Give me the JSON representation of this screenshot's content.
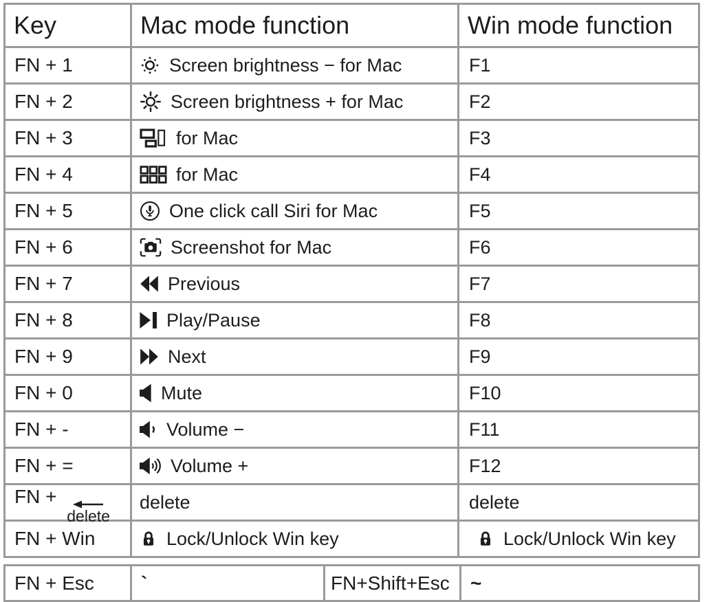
{
  "main_table": {
    "headers": {
      "key": "Key",
      "mac": "Mac mode function",
      "win": "Win mode function"
    },
    "rows": [
      {
        "key": "FN + 1",
        "mac": "Screen brightness − for Mac",
        "win": "F1",
        "mac_icon": "brightness-down"
      },
      {
        "key": "FN + 2",
        "mac": "Screen brightness + for Mac",
        "win": "F2",
        "mac_icon": "brightness-up"
      },
      {
        "key": "FN + 3",
        "mac": "for Mac",
        "win": "F3",
        "mac_icon": "mission-control"
      },
      {
        "key": "FN + 4",
        "mac": "for Mac",
        "win": "F4",
        "mac_icon": "launchpad"
      },
      {
        "key": "FN + 5",
        "mac": "One click call Siri for Mac",
        "win": "F5",
        "mac_icon": "siri-mic"
      },
      {
        "key": "FN + 6",
        "mac": "Screenshot for Mac",
        "win": "F6",
        "mac_icon": "screenshot"
      },
      {
        "key": "FN + 7",
        "mac": "Previous",
        "win": "F7",
        "mac_icon": "previous"
      },
      {
        "key": "FN + 8",
        "mac": "Play/Pause",
        "win": "F8",
        "mac_icon": "play-pause"
      },
      {
        "key": "FN + 9",
        "mac": "Next",
        "win": "F9",
        "mac_icon": "next"
      },
      {
        "key": "FN + 0",
        "mac": "Mute",
        "win": "F10",
        "mac_icon": "mute"
      },
      {
        "key": "FN + -",
        "mac": "Volume −",
        "win": "F11",
        "mac_icon": "volume-down"
      },
      {
        "key": "FN + =",
        "mac": "Volume +",
        "win": "F12",
        "mac_icon": "volume-up"
      },
      {
        "key_prefix": "FN +",
        "key_suffix": "delete",
        "mac": "delete",
        "win": "delete",
        "key_icon": "backspace-arrow"
      },
      {
        "key": "FN + Win",
        "mac": "Lock/Unlock Win key",
        "win": "Lock/Unlock Win key",
        "mac_icon": "lock",
        "win_icon": "lock"
      }
    ]
  },
  "footer_table": {
    "key": "FN + Esc",
    "mac_output": "`",
    "alt_key": "FN+Shift+Esc",
    "win_output": "~"
  },
  "colors": {
    "border": "#9a9a9a",
    "text": "#1d1d1d",
    "background": "#ffffff"
  }
}
